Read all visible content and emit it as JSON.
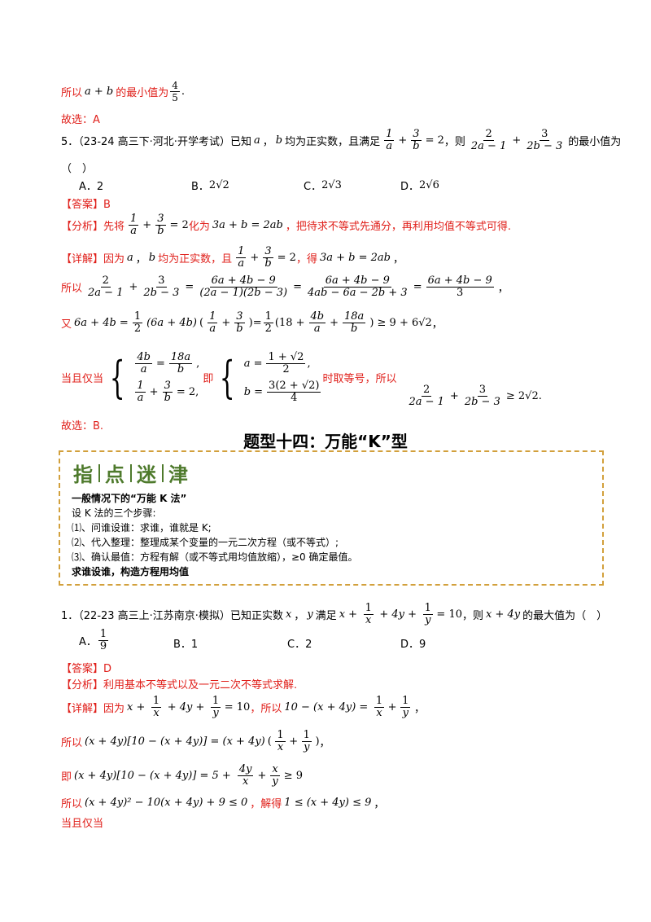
{
  "lines": {
    "l1_a": "所以",
    "l1_b": "的最小值为",
    "l1_frac_n": "4",
    "l1_frac_d": "5",
    "l2": "故选：A",
    "q5_a": "5．（23-24 高三下·河北·开学考试）已知",
    "q5_b": "均为正实数，且满足",
    "q5_c": "，则",
    "q5_d": "的最小值为",
    "q5_paren": "（　）",
    "opt_a": "A．2",
    "opt_b": "B．",
    "opt_c": "C．",
    "opt_d": "D．",
    "ans5": "【答案】B",
    "ana5_a": "【分析】先将",
    "ana5_b": "化为",
    "ana5_c": "，把待求不等式先通分，再利用均值不等式可得.",
    "det5_a": "【详解】因为",
    "det5_b": "均为正实数，且",
    "det5_c": "，得",
    "l_so": "所以",
    "l_you": "又",
    "l_when": "当且仅当",
    "l_ji": "即",
    "l_eq": "时取等号，所以",
    "choose5": "故选：B.",
    "title": "题型十四：万能“K”型",
    "box_h1": "指",
    "box_h2": "点",
    "box_h3": "迷",
    "box_h4": "津",
    "box_l1": "一般情况下的“万能 K 法”",
    "box_l2": "设 K 法的三个步骤:",
    "box_l3": "⑴、问谁设谁：求谁，谁就是 K;",
    "box_l4": "⑵、代入整理：整理成某个变量的一元二次方程（或不等式）;",
    "box_l5": "⑶、确认最值：方程有解（或不等式用均值放缩），≥0 确定最值。",
    "box_l6": "求谁设谁，构造方程用均值",
    "q1_a": "1．（22-23 高三上·江苏南京·模拟）已知正实数",
    "q1_b": "满足",
    "q1_c": "，则",
    "q1_d": "的最大值为（　）",
    "q1_optA": "A．",
    "q1_optB": "B．1",
    "q1_optC": "C．2",
    "q1_optD": "D．9",
    "ans1": "【答案】D",
    "ana1": "【分析】利用基本不等式以及一元二次不等式求解.",
    "det1_a": "【详解】因为",
    "det1_b": "，所以",
    "so2": "所以",
    "ji2": "即",
    "so3": "所以",
    "jiede": "，解得",
    "last": "当且仅当"
  }
}
